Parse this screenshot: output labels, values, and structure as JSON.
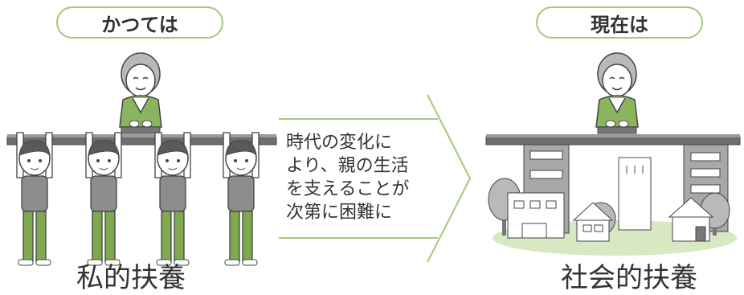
{
  "left_panel": {
    "title": "かつては",
    "caption": "私的扶養"
  },
  "right_panel": {
    "title": "現在は",
    "caption": "社会的扶養"
  },
  "middle": {
    "lines": [
      "時代の変化に",
      "より、親の生活",
      "を支えることが",
      "次第に困難に"
    ]
  },
  "colors": {
    "accent_green": "#7fa84f",
    "pill_border": "#a5c97a",
    "beam_gray": "#6d6d6d",
    "building_gray": "#a8a8a8",
    "ground_green": "#d7e8c2"
  },
  "icons": [
    "elderly-woman-icon",
    "person-icon",
    "building-icon",
    "house-icon",
    "tree-icon",
    "arrow-chevron-icon"
  ]
}
